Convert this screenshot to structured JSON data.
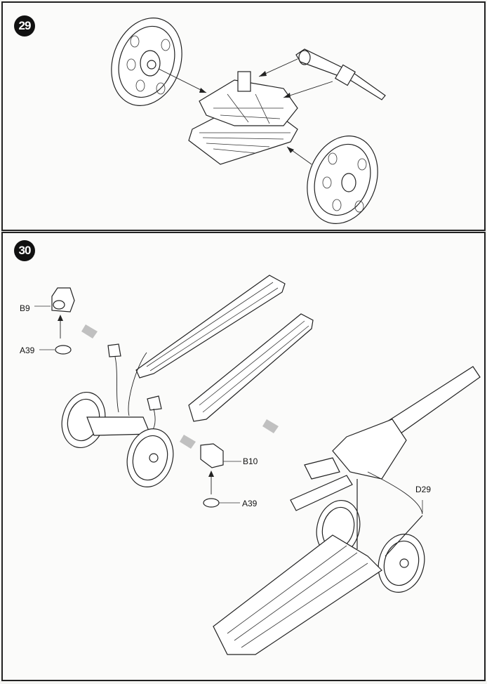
{
  "steps": [
    {
      "number": "29",
      "parts": []
    },
    {
      "number": "30",
      "parts": [
        {
          "id": "B9"
        },
        {
          "id": "A39"
        },
        {
          "id": "B10"
        },
        {
          "id": "A39"
        },
        {
          "id": "D29"
        }
      ]
    }
  ]
}
